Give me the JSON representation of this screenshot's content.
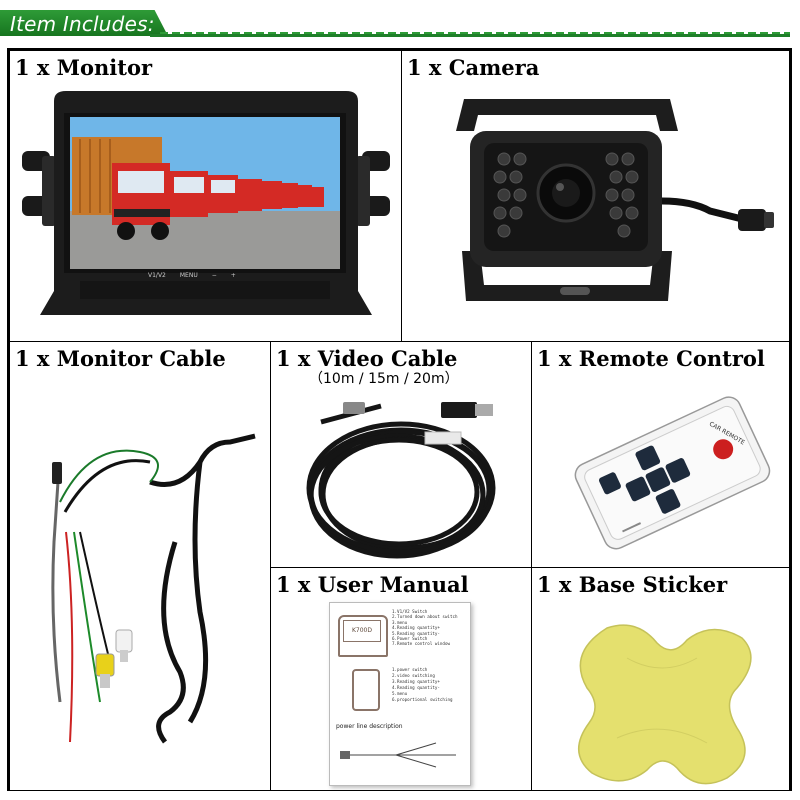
{
  "header": {
    "title": "Item Includes:"
  },
  "items": {
    "monitor": {
      "title": "1 x Monitor"
    },
    "camera": {
      "title": "1 x Camera"
    },
    "monitor_cable": {
      "title": "1 x Monitor Cable"
    },
    "video_cable": {
      "title": "1 x Video Cable",
      "subtitle": "（10m / 15m / 20m）"
    },
    "remote": {
      "title": "1 x Remote Control"
    },
    "manual": {
      "title": "1 x User Manual"
    },
    "sticker": {
      "title": "1 x Base Sticker"
    }
  },
  "monitor_buttons": {
    "v1v2": "V1/V2",
    "menu": "MENU",
    "minus": "−",
    "plus": "+"
  },
  "remote_label": "CAR REMOTE",
  "manual": {
    "device_label": "K700D",
    "top_list": [
      "1.V1/V2 Switch",
      "2.Turned down about switch",
      "3.menu",
      "4.Reading quantity+",
      "5.Reading quantity-",
      "6.Power Switch",
      "7.Remote control window"
    ],
    "mid_list": [
      "1.power switch",
      "2.video switching",
      "3.Reading quantity+",
      "4.Reading quantity-",
      "5.menu",
      "6.proportional switching"
    ],
    "footer": "power line description"
  }
}
